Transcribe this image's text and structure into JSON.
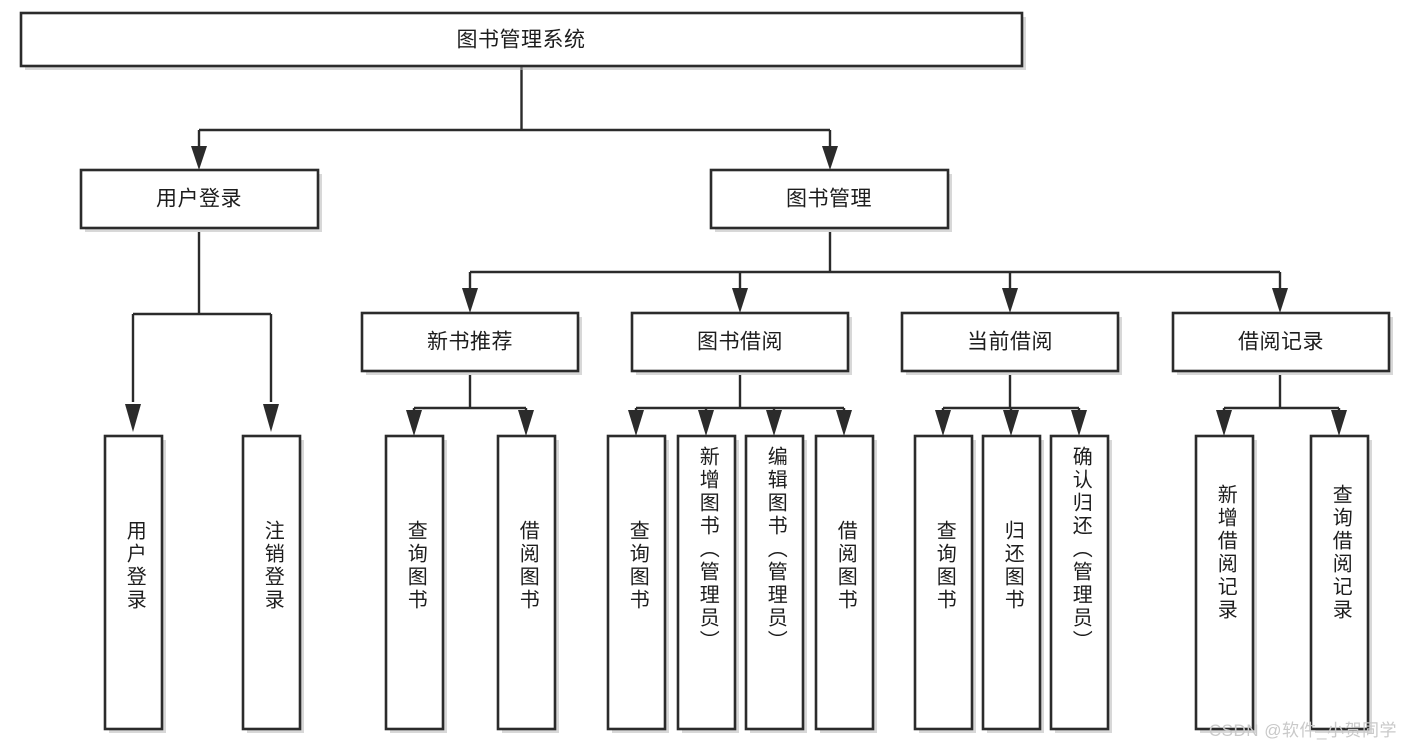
{
  "diagram": {
    "type": "tree",
    "title": "图书管理系统",
    "root": {
      "label": "图书管理系统"
    },
    "level2": [
      {
        "label": "用户登录"
      },
      {
        "label": "图书管理"
      }
    ],
    "level3": [
      {
        "label": "新书推荐"
      },
      {
        "label": "图书借阅"
      },
      {
        "label": "当前借阅"
      },
      {
        "label": "借阅记录"
      }
    ],
    "leaves": {
      "user_login": [
        {
          "label": "用户登录"
        },
        {
          "label": "注销登录"
        }
      ],
      "new_book_recommend": [
        {
          "label": "查询图书"
        },
        {
          "label": "借阅图书"
        }
      ],
      "book_borrow": [
        {
          "label": "查询图书"
        },
        {
          "label": "新增图书（管理员）"
        },
        {
          "label": "编辑图书（管理员）"
        },
        {
          "label": "借阅图书"
        }
      ],
      "current_borrow": [
        {
          "label": "查询图书"
        },
        {
          "label": "归还图书"
        },
        {
          "label": "确认归还（管理员）"
        }
      ],
      "borrow_record": [
        {
          "label": "新增借阅记录"
        },
        {
          "label": "查询借阅记录"
        }
      ]
    }
  },
  "watermark": {
    "text": "CSDN @软件_小贺同学"
  },
  "colors": {
    "box_stroke": "#2b2b2b",
    "box_fill": "#ffffff",
    "text": "#1d1d1d",
    "watermark": "#c9c9c9",
    "background": "#ffffff"
  }
}
